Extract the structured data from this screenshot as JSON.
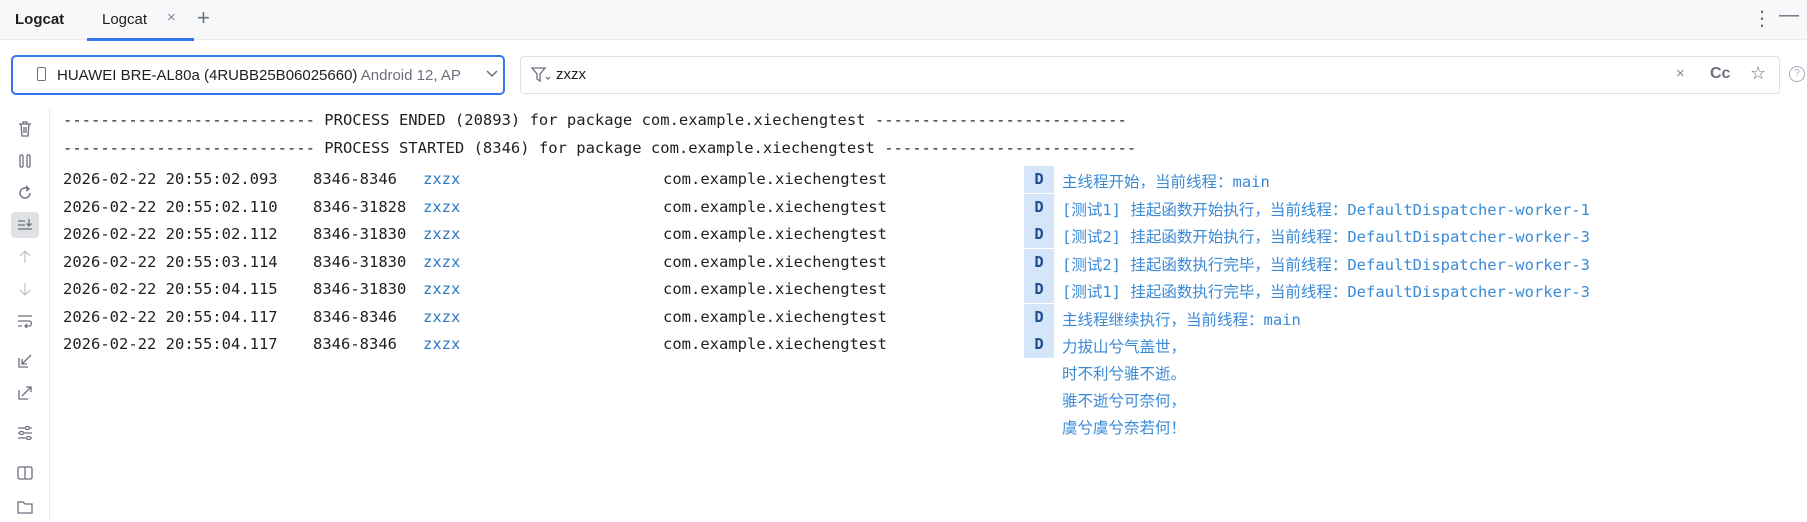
{
  "tabbar": {
    "tool_title": "Logcat",
    "tab_label": "Logcat",
    "close_glyph": "×",
    "add_glyph": "+",
    "more_glyph": "⋮",
    "minimize_glyph": "—"
  },
  "device": {
    "name": "HUAWEI BRE-AL80a (4RUBB25B06025660)",
    "extra": " Android 12, AP"
  },
  "filter": {
    "value": "zxzx",
    "clear_glyph": "×",
    "case_label": "Cc",
    "star_glyph": "☆",
    "help_glyph": "?"
  },
  "sidebar": {
    "icons": [
      "trash-icon",
      "pause-icon",
      "restart-icon",
      "scroll-to-end-icon",
      "up-arrow-icon",
      "down-arrow-icon",
      "soft-wrap-icon",
      "import-icon",
      "export-icon",
      "settings-icon",
      "split-view-icon",
      "folder-icon"
    ]
  },
  "log": {
    "process_ended": "--------------------------- PROCESS ENDED (20893) for package com.example.xiechengtest ---------------------------",
    "process_started": "--------------------------- PROCESS STARTED (8346) for package com.example.xiechengtest ---------------------------",
    "rows": [
      {
        "time": "2026-02-22 20:55:02.093",
        "pid": "8346-8346",
        "tag": "zxzx",
        "pkg": "com.example.xiechengtest",
        "level": "D",
        "msg": "主线程开始，当前线程：main"
      },
      {
        "time": "2026-02-22 20:55:02.110",
        "pid": "8346-31828",
        "tag": "zxzx",
        "pkg": "com.example.xiechengtest",
        "level": "D",
        "msg": "[测试1] 挂起函数开始执行，当前线程：DefaultDispatcher-worker-1"
      },
      {
        "time": "2026-02-22 20:55:02.112",
        "pid": "8346-31830",
        "tag": "zxzx",
        "pkg": "com.example.xiechengtest",
        "level": "D",
        "msg": "[测试2] 挂起函数开始执行，当前线程：DefaultDispatcher-worker-3"
      },
      {
        "time": "2026-02-22 20:55:03.114",
        "pid": "8346-31830",
        "tag": "zxzx",
        "pkg": "com.example.xiechengtest",
        "level": "D",
        "msg": "[测试2] 挂起函数执行完毕，当前线程：DefaultDispatcher-worker-3"
      },
      {
        "time": "2026-02-22 20:55:04.115",
        "pid": "8346-31830",
        "tag": "zxzx",
        "pkg": "com.example.xiechengtest",
        "level": "D",
        "msg": "[测试1] 挂起函数执行完毕，当前线程：DefaultDispatcher-worker-3"
      },
      {
        "time": "2026-02-22 20:55:04.117",
        "pid": "8346-8346",
        "tag": "zxzx",
        "pkg": "com.example.xiechengtest",
        "level": "D",
        "msg": "主线程继续执行，当前线程：main"
      },
      {
        "time": "2026-02-22 20:55:04.117",
        "pid": "8346-8346",
        "tag": "zxzx",
        "pkg": "com.example.xiechengtest",
        "level": "D",
        "msg": "力拔山兮气盖世，"
      }
    ],
    "continuation": [
      "时不利兮骓不逝。",
      "骓不逝兮可奈何，",
      "虞兮虞兮奈若何！"
    ]
  },
  "colors": {
    "accent": "#3574f0",
    "tag": "#2a78c2",
    "message": "#3a8ad6",
    "level_bg": "#d5e6fa"
  }
}
